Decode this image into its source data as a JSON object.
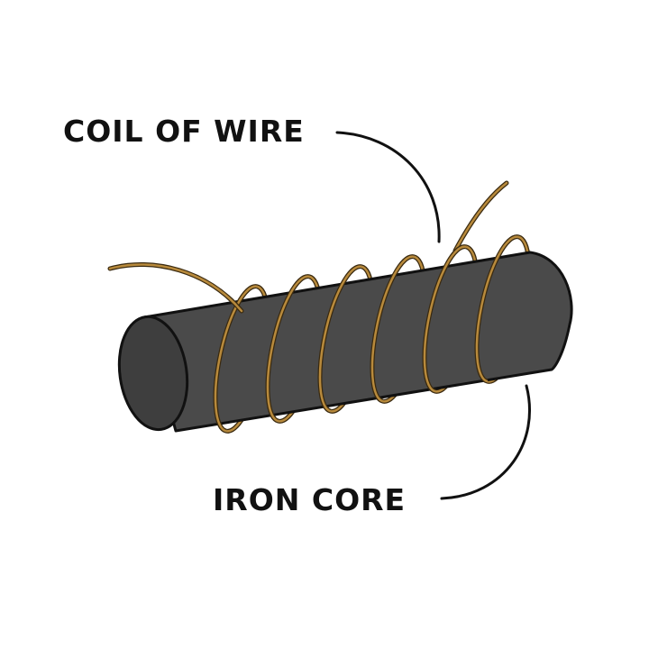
{
  "labels": {
    "coil": "COIL OF WIRE",
    "core": "IRON CORE"
  },
  "colors": {
    "core_fill": "#4a4a4a",
    "core_end": "#3c3c3c",
    "wire": "#b88a3c",
    "outline": "#111111"
  },
  "coil_turns": 6
}
